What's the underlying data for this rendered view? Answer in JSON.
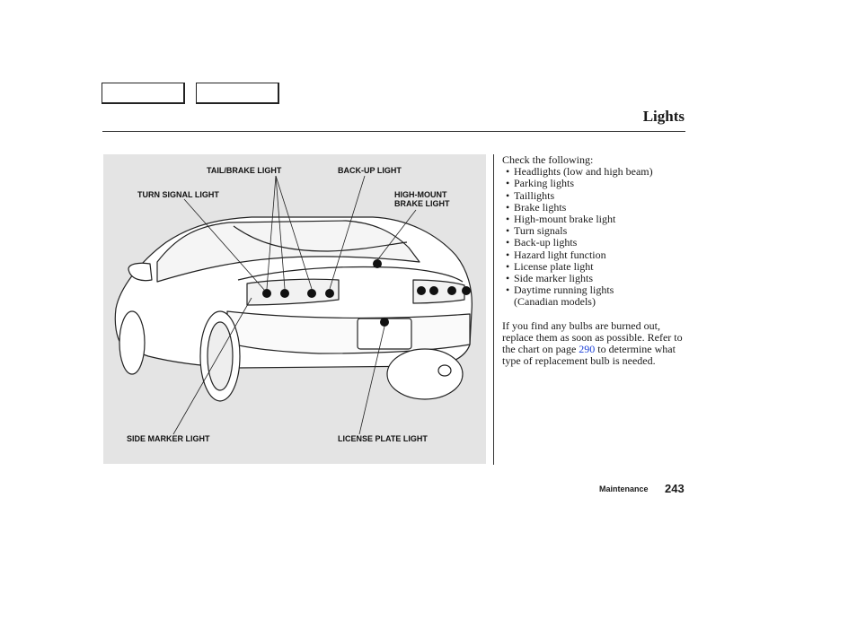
{
  "nav": {
    "button_1": "",
    "button_2": ""
  },
  "page": {
    "title": "Lights",
    "section": "Maintenance",
    "number": "243"
  },
  "figure": {
    "callouts": {
      "tail_brake": "TAIL/BRAKE LIGHT",
      "backup": "BACK-UP LIGHT",
      "turn_signal": "TURN SIGNAL LIGHT",
      "highmount_1": "HIGH-MOUNT",
      "highmount_2": "BRAKE LIGHT",
      "side_marker": "SIDE MARKER LIGHT",
      "license_plate": "LICENSE PLATE LIGHT"
    }
  },
  "content": {
    "intro": "Check the following:",
    "items": [
      "Headlights (low and high beam)",
      "Parking lights",
      "Taillights",
      "Brake lights",
      "High-mount brake light",
      "Turn signals",
      "Back-up lights",
      "Hazard light function",
      "License plate light",
      "Side marker lights",
      "Daytime running lights"
    ],
    "item_sub": "(Canadian models)",
    "para_before_link": "If you find any bulbs are burned out, replace them as soon as possible. Refer to the chart on page ",
    "link_page": "290",
    "para_after_link": " to determine what type of replacement bulb is needed."
  }
}
